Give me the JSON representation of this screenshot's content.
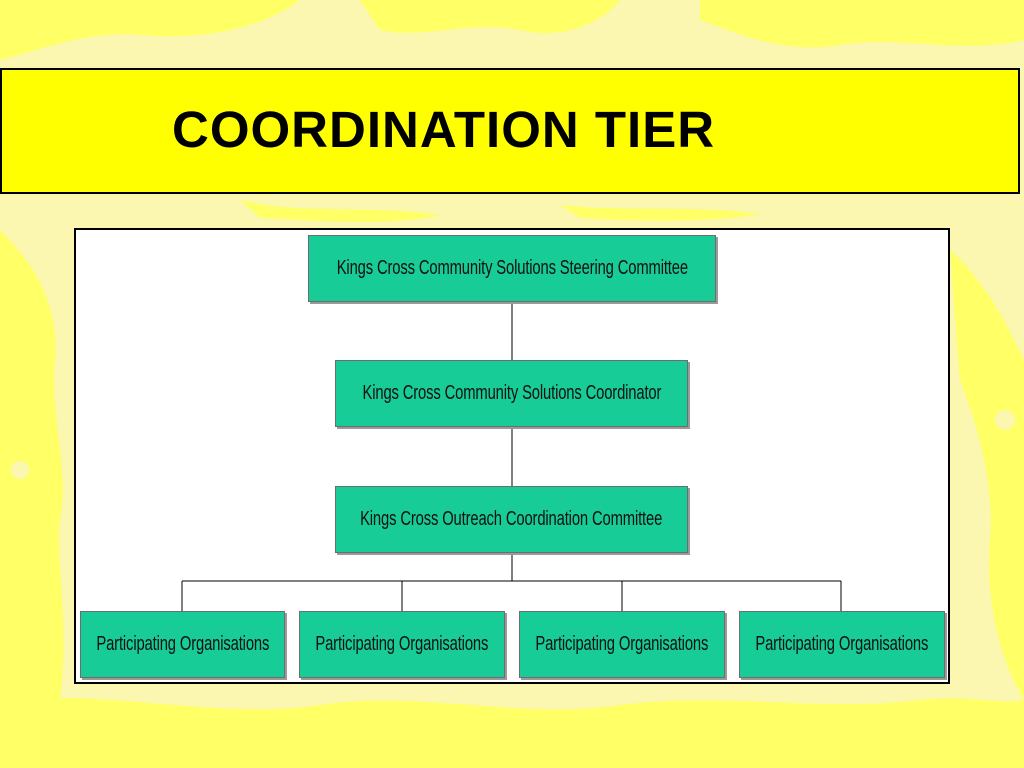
{
  "slide": {
    "title": "COORDINATION TIER"
  },
  "colors": {
    "background": "#fbf6b0",
    "blob": "#ffff66",
    "banner": "#ffff00",
    "node_fill": "#17cc96",
    "connector": "#000000"
  },
  "org_chart": {
    "root": {
      "label": "Kings Cross Community Solutions Steering Committee"
    },
    "level2": {
      "label": "Kings Cross Community Solutions Coordinator"
    },
    "level3": {
      "label": "Kings Cross Outreach Coordination Committee"
    },
    "children": [
      {
        "label": "Participating Organisations"
      },
      {
        "label": "Participating Organisations"
      },
      {
        "label": "Participating Organisations"
      },
      {
        "label": "Participating Organisations"
      }
    ]
  }
}
